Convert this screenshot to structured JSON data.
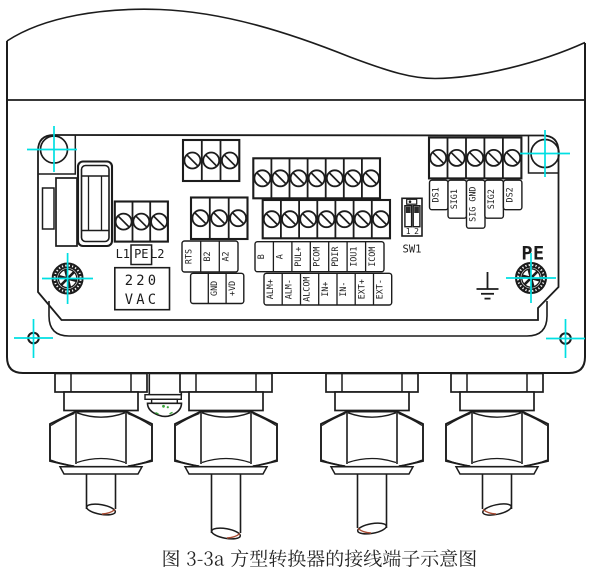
{
  "figure": {
    "caption": "图 3-3a 方型转换器的接线端子示意图"
  },
  "colors": {
    "line": "#1c1c1c",
    "crosshair_cyan": "#00dfe2",
    "cable_end_red": "#a84b32",
    "vent_mark_green": "#3aa53a",
    "background": "#ffffff"
  },
  "power_block": {
    "terminals": [
      "L1",
      "PE",
      "L2"
    ],
    "rating": [
      "220",
      "VAC"
    ]
  },
  "comm_block": {
    "labels": [
      "RTS",
      "B2",
      "A2"
    ],
    "sub_labels": [
      "",
      "GND",
      "+VD"
    ]
  },
  "io_block": {
    "row1": [
      "B",
      "A",
      "PUL+",
      "PCOM",
      "PDIR",
      "IOU1",
      "ICOM"
    ],
    "row2": [
      "ALM+",
      "ALM-",
      "ALCOM",
      "IN+",
      "IN-",
      "EXT+",
      "EXT-"
    ]
  },
  "dip_switch": {
    "label": "SW1",
    "positions": [
      "1",
      "2"
    ]
  },
  "sensor_block": {
    "labels": [
      "DS1",
      "SIG1",
      "SIG GND",
      "SIG2",
      "DS2"
    ]
  },
  "grounding": {
    "label": "PE"
  }
}
